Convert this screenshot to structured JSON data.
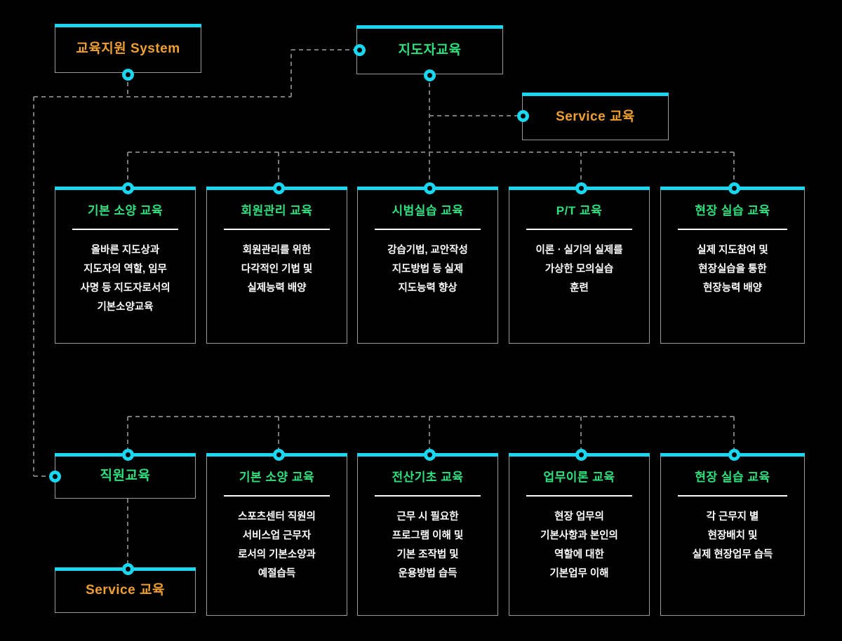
{
  "diagram": {
    "title": "교육지원 System",
    "background_color": "#000000",
    "accent_color": "#19d7f0",
    "title_green": "#2ee07e",
    "title_orange": "#f0a030",
    "text_color": "#ffffff",
    "connector_color": "#7a7a7a"
  },
  "nodes": {
    "root": {
      "label": "교육지원  System"
    },
    "leader_training": {
      "label": "지도자교육"
    },
    "service_training_top": {
      "label": "Service 교육"
    },
    "staff_training": {
      "label": "직원교육"
    },
    "service_training_bottom": {
      "label": "Service 교육"
    }
  },
  "row_leader": [
    {
      "title": "기본 소양 교육",
      "desc": "올바른 지도상과\n지도자의 역할, 임무\n사명 등 지도자로서의\n기본소양교육"
    },
    {
      "title": "회원관리 교육",
      "desc": "회원관리를 위한\n다각적인 기법 및\n실제능력 배양"
    },
    {
      "title": "시범실습 교육",
      "desc": "강습기법, 교안작성\n지도방법 등 실제\n지도능력 향상"
    },
    {
      "title": "P/T 교육",
      "desc": "이론ㆍ실기의 실제를\n가상한 모의실습\n훈련"
    },
    {
      "title": "현장 실습 교육",
      "desc": "실제 지도참여 및\n현장실습을 통한\n현장능력 배양"
    }
  ],
  "row_staff": [
    {
      "title": "기본 소양 교육",
      "desc": "스포츠센터 직원의\n서비스업 근무자\n로서의 기본소양과\n예절습득"
    },
    {
      "title": "전산기초 교육",
      "desc": "근무 시 필요한\n프로그램 이해 및\n기본 조작법 및\n운용방법 습득"
    },
    {
      "title": "업무이론 교육",
      "desc": "현장 업무의\n기본사항과 본인의\n역할에 대한\n기본업무 이해"
    },
    {
      "title": "현장 실습 교육",
      "desc": "각 근무지 별\n현장배치 및\n실제 현장업무 습득"
    }
  ]
}
